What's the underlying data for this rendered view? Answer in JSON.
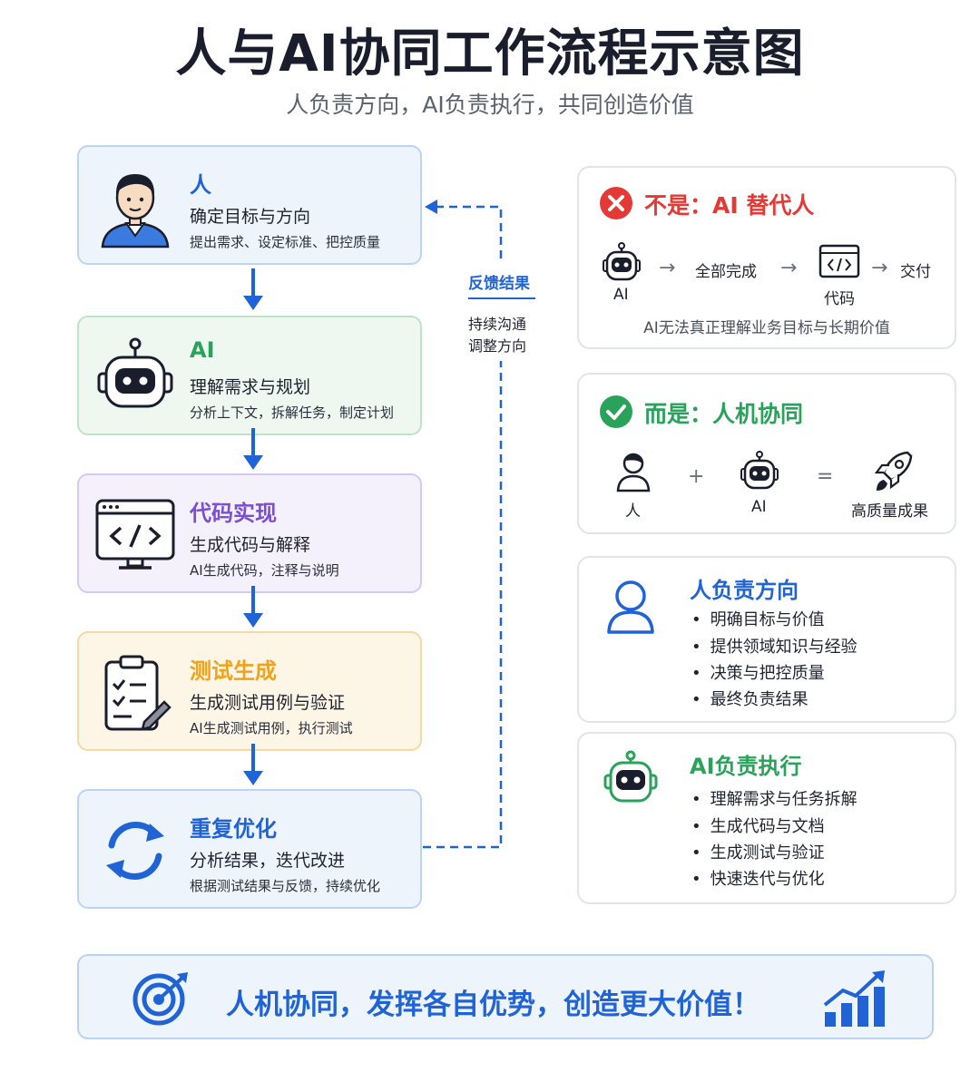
{
  "title": "人与AI协同工作流程示意图",
  "subtitle": "人负责方向，AI负责执行，共同创造价值",
  "steps": [
    {
      "title": "人",
      "desc": "确定目标与方向",
      "detail": "提出需求、设定标准、把控质量"
    },
    {
      "title": "AI",
      "desc": "理解需求与规划",
      "detail": "分析上下文，拆解任务，制定计划"
    },
    {
      "title": "代码实现",
      "desc": "生成代码与解释",
      "detail": "AI生成代码，注释与说明"
    },
    {
      "title": "测试生成",
      "desc": "生成测试用例与验证",
      "detail": "AI生成测试用例，执行测试"
    },
    {
      "title": "重复优化",
      "desc": "分析结果，迭代改进",
      "detail": "根据测试结果与反馈，持续优化"
    }
  ],
  "feedback": {
    "label": "反馈结果",
    "line1": "持续沟通",
    "line2": "调整方向"
  },
  "not_card": {
    "title": "不是：AI 替代人",
    "ai_label": "AI",
    "step1": "全部完成",
    "code_label": "代码",
    "step2": "交付",
    "note": "AI无法真正理解业务目标与长期价值"
  },
  "yes_card": {
    "title": "而是：人机协同",
    "person": "人",
    "plus": "+",
    "ai": "AI",
    "equals": "=",
    "result": "高质量成果"
  },
  "human_card": {
    "title": "人负责方向",
    "items": [
      "明确目标与价值",
      "提供领域知识与经验",
      "决策与把控质量",
      "最终负责结果"
    ]
  },
  "ai_card": {
    "title": "AI负责执行",
    "items": [
      "理解需求与任务拆解",
      "生成代码与文档",
      "生成测试与验证",
      "快速迭代与优化"
    ]
  },
  "bottom": {
    "text": "人机协同，发挥各自优势，创造更大价值！"
  },
  "colors": {
    "blue": "#1f63d6",
    "green": "#2aa35a",
    "purple": "#7a4fd0",
    "orange": "#f0a21a",
    "red": "#e53935"
  }
}
